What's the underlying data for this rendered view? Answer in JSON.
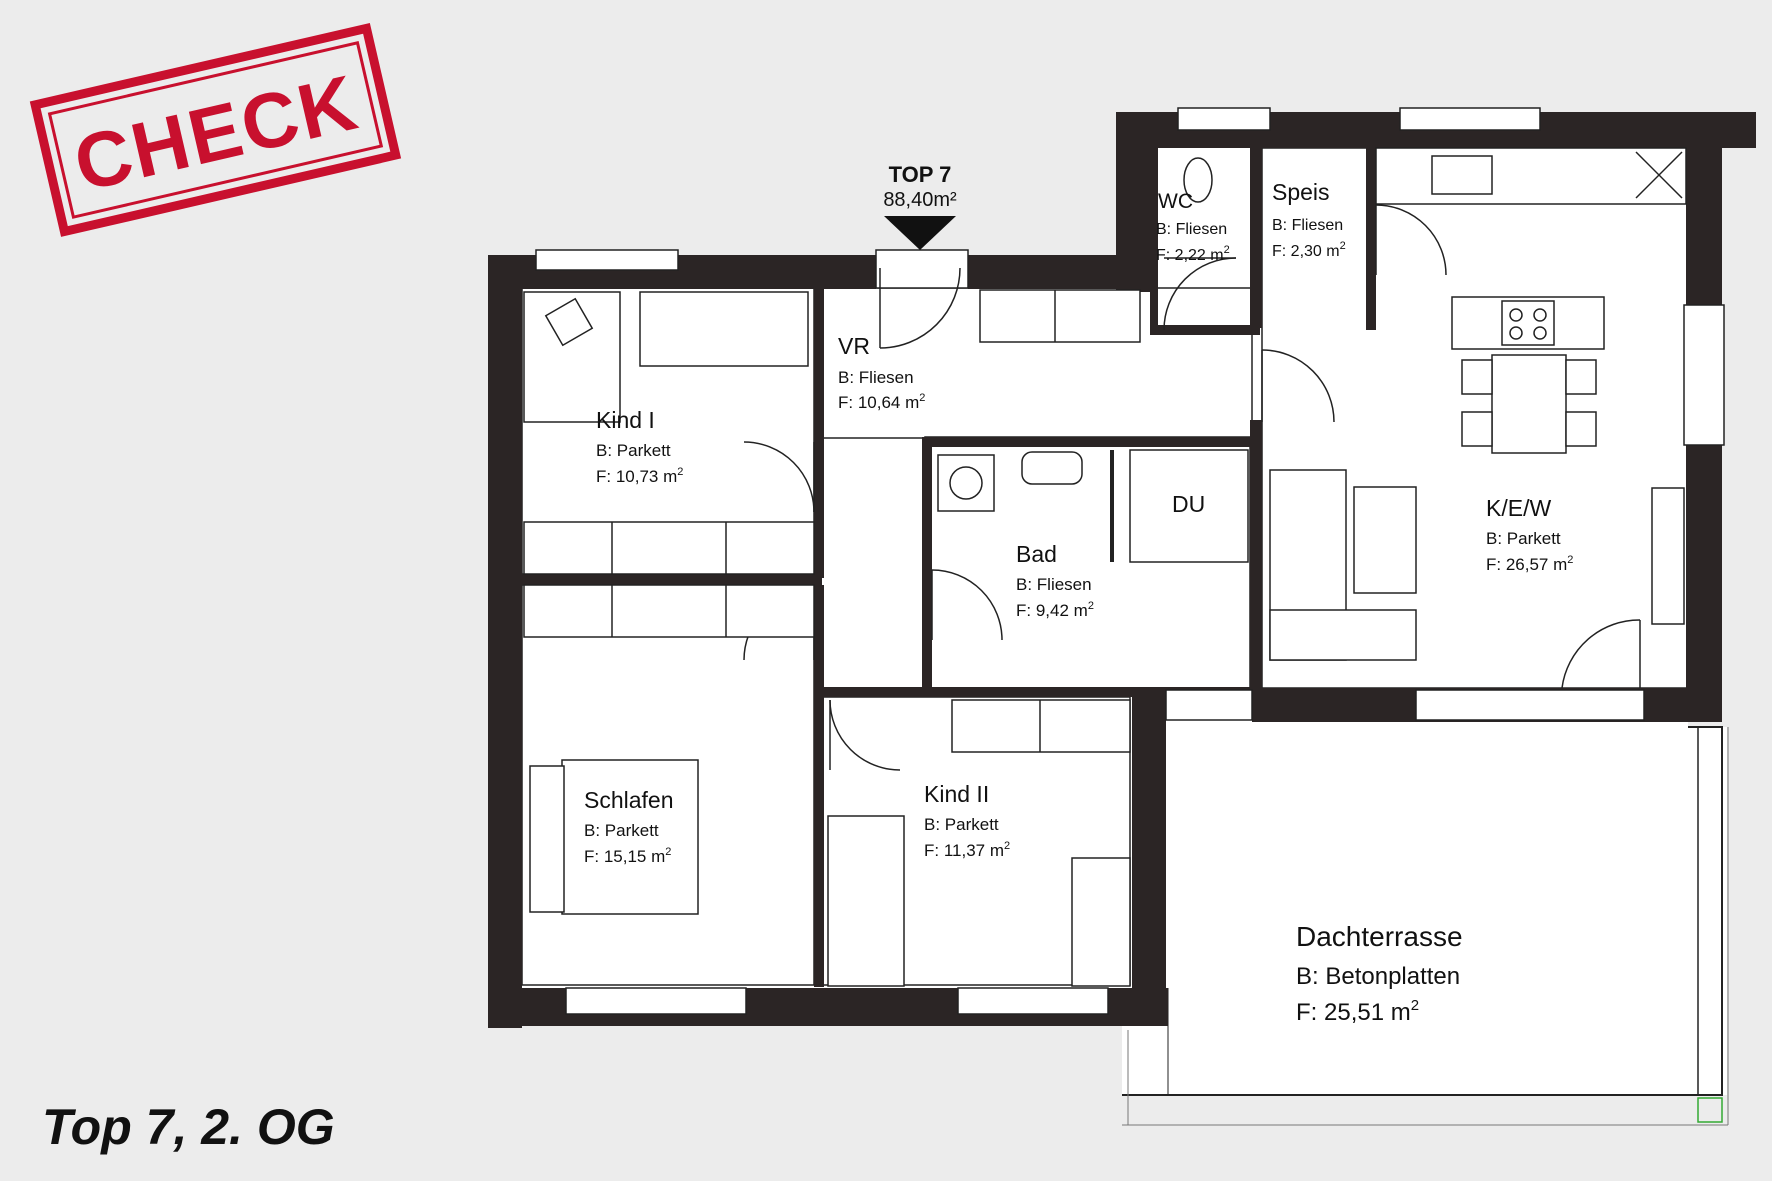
{
  "stamp": {
    "text": "CHECK",
    "color": "#c8102e"
  },
  "entrance": {
    "label": "TOP 7",
    "area": "88,40m²"
  },
  "rooms": [
    {
      "id": "wc",
      "name": "WC",
      "floor": "B: Fliesen",
      "area": "F: 2,22 m",
      "sup": "2"
    },
    {
      "id": "speis",
      "name": "Speis",
      "floor": "B: Fliesen",
      "area": "F: 2,30 m",
      "sup": "2"
    },
    {
      "id": "vr",
      "name": "VR",
      "floor": "B: Fliesen",
      "area": "F: 10,64 m",
      "sup": "2"
    },
    {
      "id": "kind1",
      "name": "Kind I",
      "floor": "B: Parkett",
      "area": "F: 10,73 m",
      "sup": "2"
    },
    {
      "id": "bad",
      "name": "Bad",
      "floor": "B: Fliesen",
      "area": "F: 9,42 m",
      "sup": "2"
    },
    {
      "id": "du",
      "name": "DU"
    },
    {
      "id": "kew",
      "name": "K/E/W",
      "floor": "B: Parkett",
      "area": "F: 26,57 m",
      "sup": "2"
    },
    {
      "id": "schlafen",
      "name": "Schlafen",
      "floor": "B: Parkett",
      "area": "F: 15,15 m",
      "sup": "2"
    },
    {
      "id": "kind2",
      "name": "Kind II",
      "floor": "B: Parkett",
      "area": "F: 11,37 m",
      "sup": "2"
    },
    {
      "id": "terrasse",
      "name": "Dachterrasse",
      "floor": "B: Betonplatten",
      "area": "F: 25,51 m",
      "sup": "2"
    }
  ],
  "caption": "Top 7, 2. OG",
  "colors": {
    "wall": "#2b2525",
    "background": "#ececec",
    "floor": "#ffffff",
    "line": "#222222"
  }
}
